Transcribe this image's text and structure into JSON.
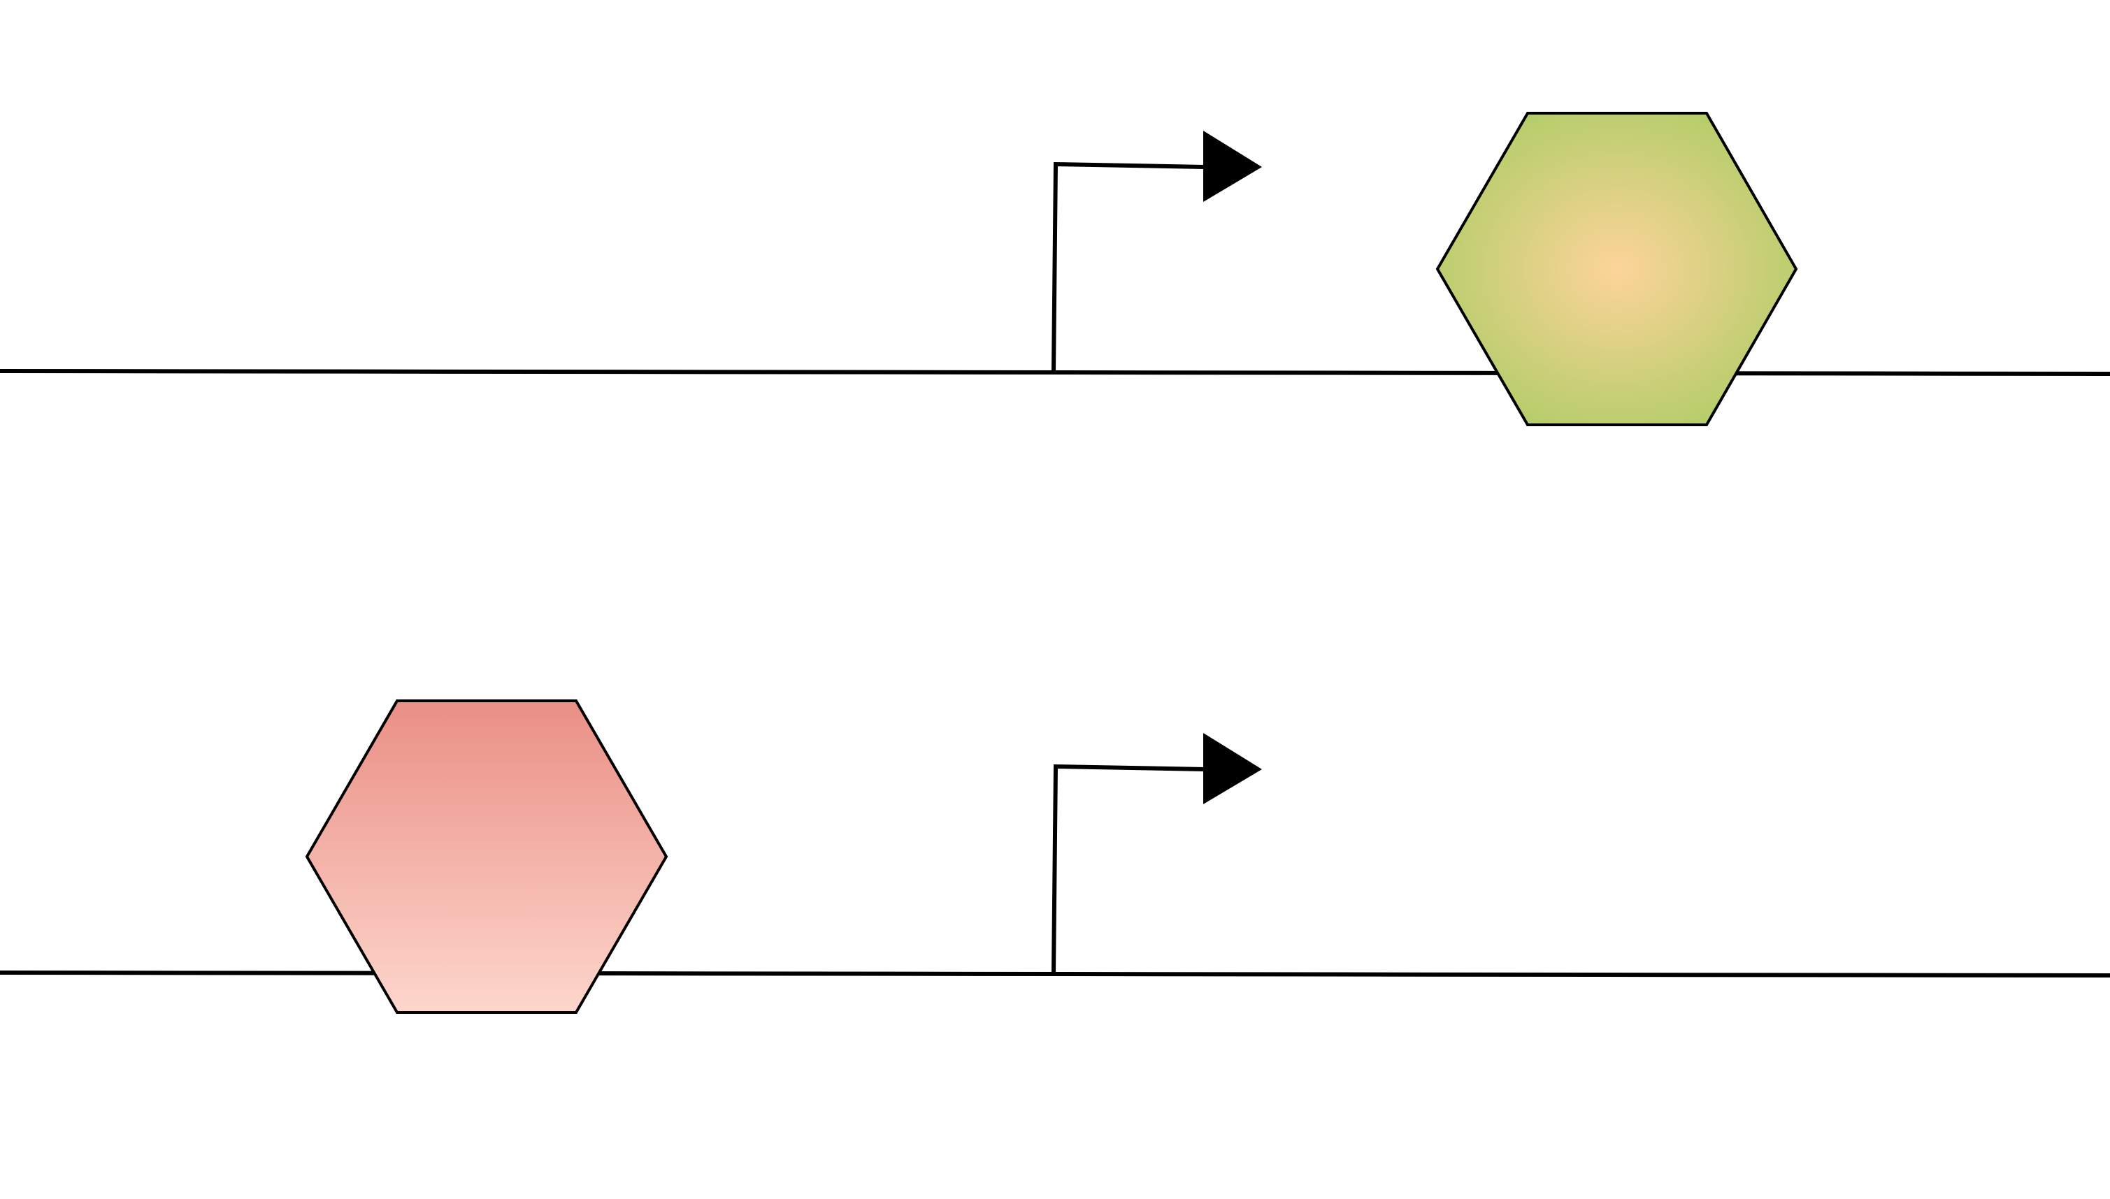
{
  "diagram": {
    "title": "",
    "colors": {
      "line": "#000000",
      "activator_center": "#fdd49a",
      "activator_edge": "#b5cd6a",
      "repressor_top": "#ea8f85",
      "repressor_bottom": "#fdd6cc",
      "background": "#ffffff"
    },
    "elements": [
      {
        "kind": "dna-strand",
        "row": 1
      },
      {
        "kind": "promoter-arrow",
        "row": 1
      },
      {
        "kind": "protein-hexagon",
        "row": 1,
        "fill": "green-radial"
      },
      {
        "kind": "dna-strand",
        "row": 2
      },
      {
        "kind": "promoter-arrow",
        "row": 2
      },
      {
        "kind": "protein-hexagon",
        "row": 2,
        "fill": "red-linear"
      }
    ]
  }
}
